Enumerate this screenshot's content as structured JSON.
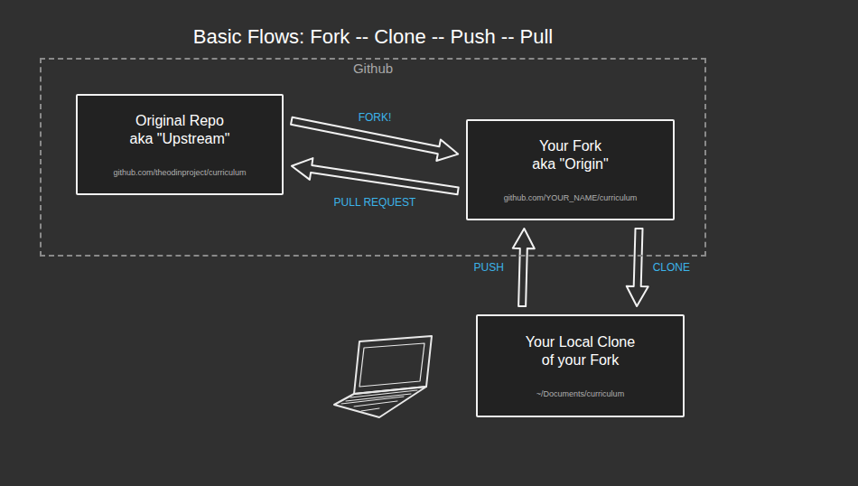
{
  "diagram": {
    "title": "Basic Flows: Fork -- Clone -- Push -- Pull",
    "nodes": [
      {
        "text": [
          "Github"
        ]
      },
      {
        "text": [
          "Original Repo aka \"Upstream\"",
          "github.com/theodinproject/curriculum"
        ],
        "in": 0
      },
      {
        "text": [
          "Your Fork aka \"Origin\"",
          "github.com/YOUR_NAME/curriculum"
        ],
        "in": 0
      },
      {
        "text": [
          "Your Local Clone of your Fork",
          "~/Documents/curriculum"
        ]
      }
    ],
    "edges": [
      {
        "from": 1,
        "to": 2,
        "arrow": "to",
        "label": "FORK!"
      },
      {
        "from": 2,
        "to": 1,
        "arrow": "to",
        "label": "PULL REQUEST"
      },
      {
        "from": 3,
        "to": 2,
        "arrow": "to",
        "label": "PUSH"
      },
      {
        "from": 2,
        "to": 3,
        "arrow": "to",
        "label": "CLONE"
      }
    ]
  }
}
